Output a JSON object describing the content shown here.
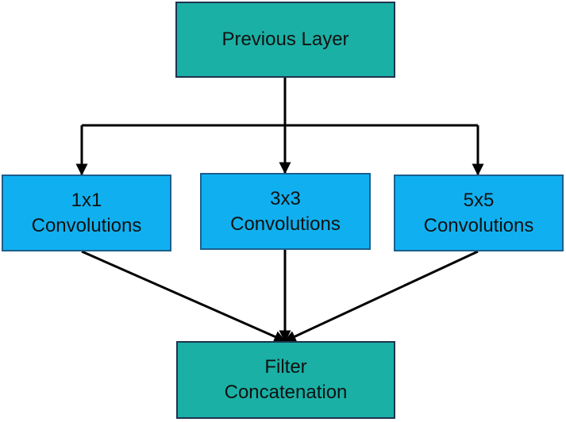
{
  "colors": {
    "teal_box": "#1ab0a5",
    "blue_box": "#10b0f0",
    "border": "#1f3350",
    "arrow": "#000000"
  },
  "nodes": {
    "previous_layer": {
      "label": "Previous Layer"
    },
    "conv1x1": {
      "line1": "1x1",
      "line2": "Convolutions"
    },
    "conv3x3": {
      "line1": "3x3",
      "line2": "Convolutions"
    },
    "conv5x5": {
      "line1": "5x5",
      "line2": "Convolutions"
    },
    "filter_concat": {
      "line1": "Filter",
      "line2": "Concatenation"
    }
  },
  "edges": [
    {
      "from": "previous_layer",
      "to": "conv1x1"
    },
    {
      "from": "previous_layer",
      "to": "conv3x3"
    },
    {
      "from": "previous_layer",
      "to": "conv5x5"
    },
    {
      "from": "conv1x1",
      "to": "filter_concat"
    },
    {
      "from": "conv3x3",
      "to": "filter_concat"
    },
    {
      "from": "conv5x5",
      "to": "filter_concat"
    }
  ]
}
